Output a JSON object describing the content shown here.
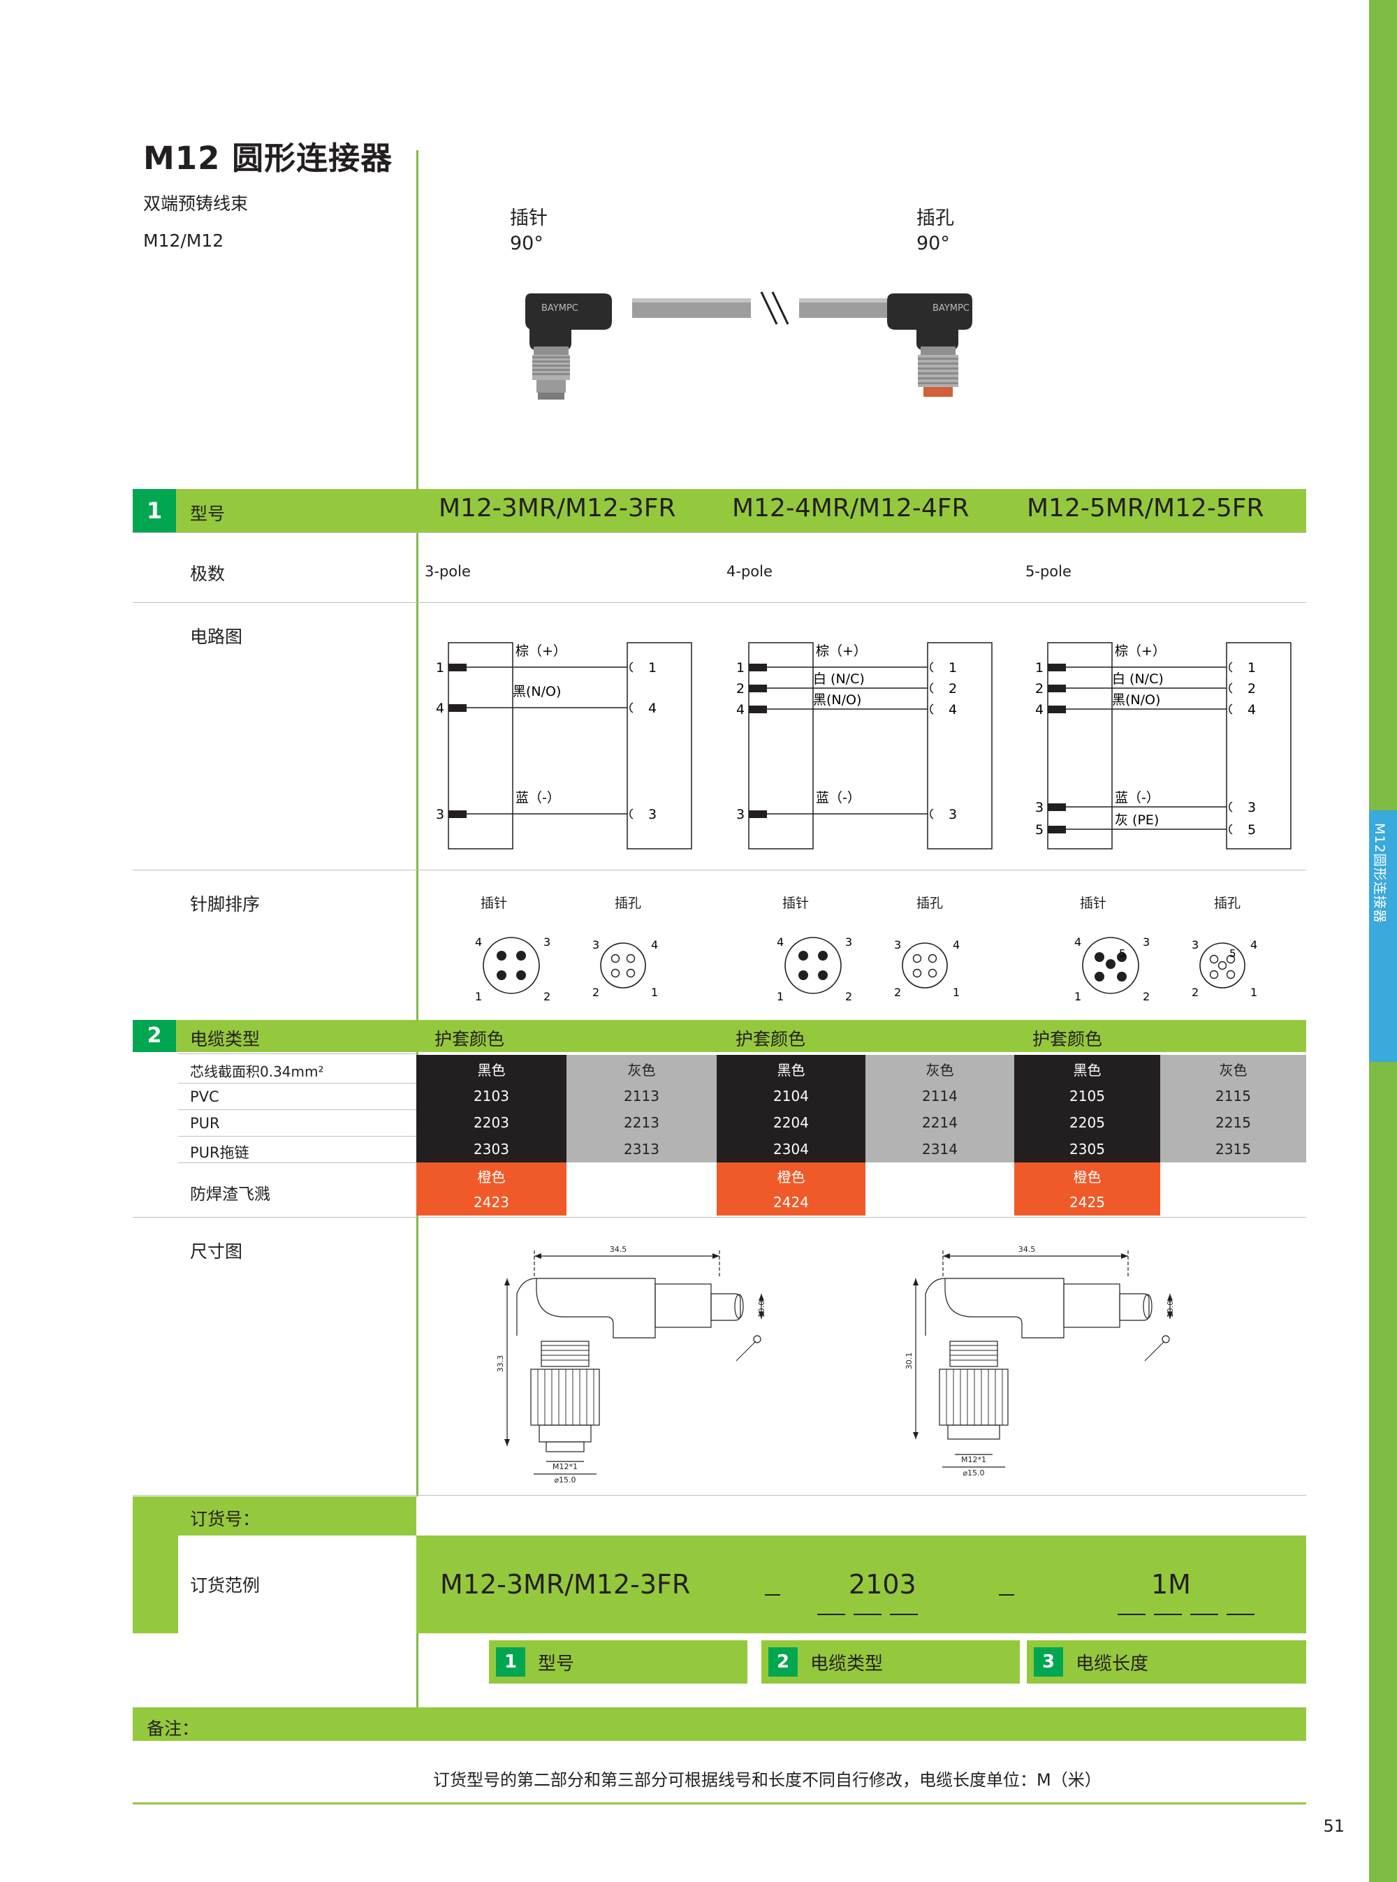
{
  "header": {
    "title": "M12 圆形连接器",
    "sub1": "双端预铸线束",
    "sub2": "M12/M12",
    "left_label": "插针\n90°",
    "left_label_line1": "插针",
    "left_label_line2": "90°",
    "right_label_line1": "插孔",
    "right_label_line2": "90°"
  },
  "side_tab": "M12圆形连接器",
  "sections": {
    "num1": "1",
    "num2": "2",
    "model_row_label": "型号",
    "pole_row_label": "极数",
    "circuit_row_label": "电路图",
    "pinout_row_label": "针脚排序",
    "cable_type_label": "电缆类型",
    "dimension_label": "尺寸图",
    "order_no_label": "订货号：",
    "order_example_label": "订货范例",
    "remark_label": "备注："
  },
  "columns": [
    {
      "model": "M12-3MR/M12-3FR",
      "pole": "3-pole",
      "sheath_label": "护套颜色",
      "circuit": {
        "left_pins": [
          "1",
          "4",
          "3"
        ],
        "right_pins": [
          "1",
          "4",
          "3"
        ],
        "wires": [
          "棕（+）",
          "黑(N/O)",
          "蓝（-）"
        ]
      },
      "pinout": {
        "male_label": "插针",
        "female_label": "插孔",
        "male_nums": [
          "4",
          "3",
          "1",
          "2"
        ],
        "female_nums": [
          "3",
          "4",
          "2",
          "1"
        ]
      },
      "codes": {
        "pvc_black": "2103",
        "pvc_gray": "2113",
        "pur_black": "2203",
        "pur_gray": "2213",
        "purdrag_black": "2303",
        "purdrag_gray": "2313",
        "weld_orange": "2423"
      }
    },
    {
      "model": "M12-4MR/M12-4FR",
      "pole": "4-pole",
      "sheath_label": "护套颜色",
      "circuit": {
        "left_pins": [
          "1",
          "2",
          "4",
          "3"
        ],
        "right_pins": [
          "1",
          "2",
          "4",
          "3"
        ],
        "wires": [
          "棕（+）",
          "白 (N/C)",
          "黑(N/O)",
          "蓝（-）"
        ]
      },
      "pinout": {
        "male_label": "插针",
        "female_label": "插孔",
        "male_nums": [
          "4",
          "3",
          "1",
          "2"
        ],
        "female_nums": [
          "3",
          "4",
          "2",
          "1"
        ]
      },
      "codes": {
        "pvc_black": "2104",
        "pvc_gray": "2114",
        "pur_black": "2204",
        "pur_gray": "2214",
        "purdrag_black": "2304",
        "purdrag_gray": "2314",
        "weld_orange": "2424"
      }
    },
    {
      "model": "M12-5MR/M12-5FR",
      "pole": "5-pole",
      "sheath_label": "护套颜色",
      "circuit": {
        "left_pins": [
          "1",
          "2",
          "4",
          "3",
          "5"
        ],
        "right_pins": [
          "1",
          "2",
          "4",
          "3",
          "5"
        ],
        "wires": [
          "棕（+）",
          "白 (N/C)",
          "黑(N/O)",
          "蓝（-）",
          "灰 (PE)"
        ]
      },
      "pinout": {
        "male_label": "插针",
        "female_label": "插孔",
        "male_nums": [
          "4",
          "3",
          "5",
          "1",
          "2"
        ],
        "female_nums": [
          "3",
          "4",
          "5",
          "2",
          "1"
        ]
      },
      "codes": {
        "pvc_black": "2105",
        "pvc_gray": "2115",
        "pur_black": "2205",
        "pur_gray": "2215",
        "purdrag_black": "2305",
        "purdrag_gray": "2315",
        "weld_orange": "2425"
      }
    }
  ],
  "cable_rows": {
    "area_label": "芯线截面积0.34mm²",
    "pvc": "PVC",
    "pur": "PUR",
    "pur_drag": "PUR拖链",
    "weld": "防焊渣飞溅",
    "black_label": "黑色",
    "gray_label": "灰色",
    "orange_label": "橙色"
  },
  "dimensions": {
    "len_top": "34.5",
    "dia_right": "10.0",
    "height_left": "33.3",
    "height_left2": "30.1",
    "thread": "M12*1",
    "across": "15.0"
  },
  "order": {
    "model_value": "M12-3MR/M12-3FR",
    "cable_value": "2103",
    "length_value": "1M",
    "legend": [
      {
        "num": "1",
        "text": "型号"
      },
      {
        "num": "2",
        "text": "电缆类型"
      },
      {
        "num": "3",
        "text": "电缆长度"
      }
    ]
  },
  "footer": {
    "note": "订货型号的第二部分和第三部分可根据线号和长度不同自行修改，电缆长度单位：M（米）",
    "page": "51"
  },
  "colors": {
    "green_bar": "#95c93d",
    "num_green": "#00a650",
    "blue_tab": "#3aa9dc",
    "black": "#231f20",
    "gray": "#b3b3b3",
    "orange": "#f05a28"
  }
}
